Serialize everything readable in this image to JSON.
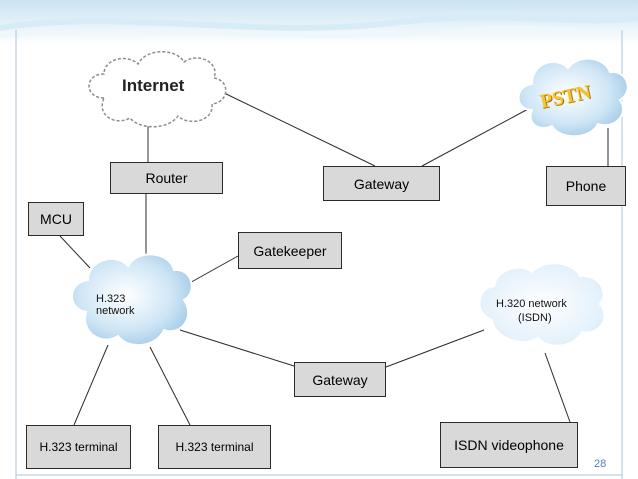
{
  "colors": {
    "header_top": "#c9e3f2",
    "frame_line": "#a9c6dc",
    "box_fill": "#d9d9d9",
    "line": "#2b2b2b",
    "cloud_fill": "#bfdcf1",
    "cloud_edge": "#ffffff",
    "pstn_text": "#f4c430",
    "page_number": "#4f81bd"
  },
  "clouds": {
    "internet": "Internet",
    "pstn": "PSTN",
    "h323_line1": "H.323",
    "h323_line2": "network",
    "h320_line1": "H.320 network",
    "h320_line2": "(ISDN)"
  },
  "boxes": {
    "router": "Router",
    "gateway_top": "Gateway",
    "phone": "Phone",
    "mcu": "MCU",
    "gatekeeper": "Gatekeeper",
    "gateway_bottom": "Gateway",
    "terminal_1": "H.323 terminal",
    "terminal_2": "H.323 terminal",
    "isdn_videophone": "ISDN videophone"
  },
  "page_number": "28"
}
